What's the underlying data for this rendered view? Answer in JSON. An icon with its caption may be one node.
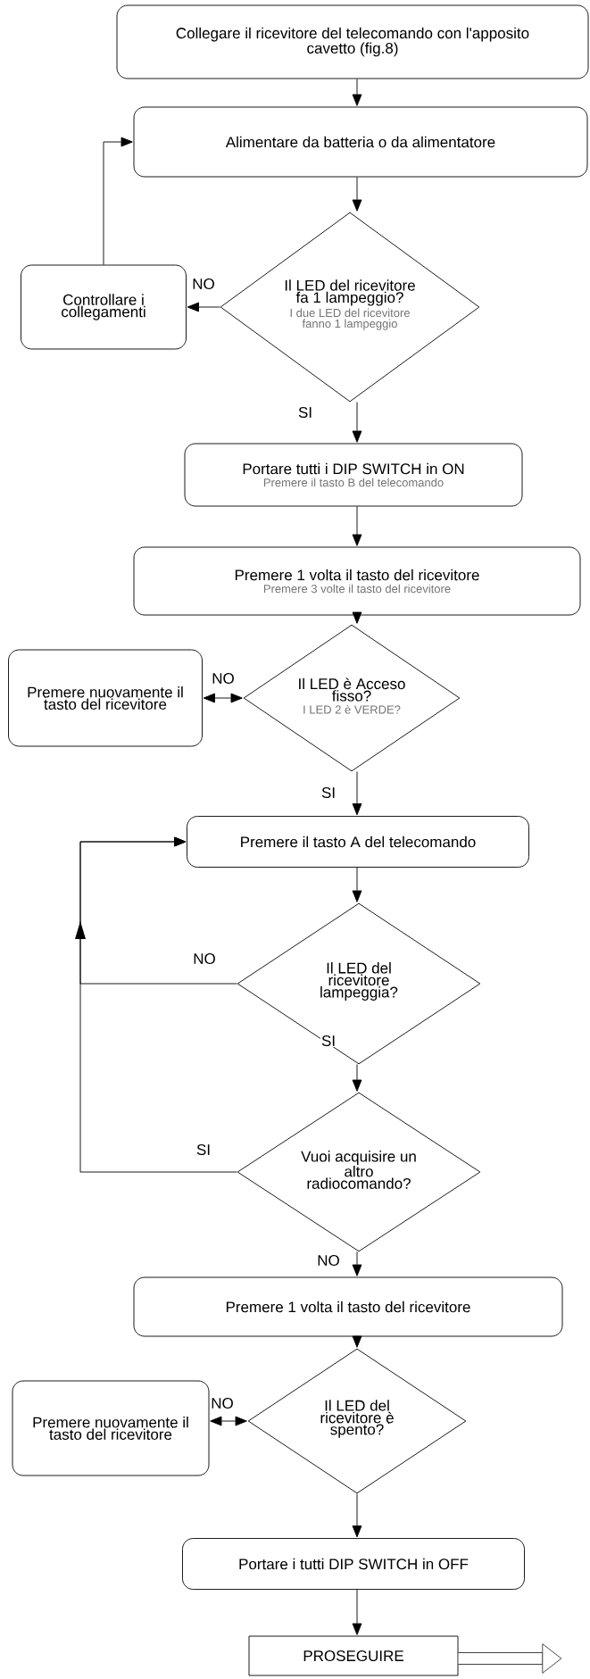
{
  "diagram": {
    "nodes": [
      {
        "text": [
          "Collegare il ricevitore del telecomando con l'apposito cavetto (fig.8)"
        ]
      },
      {
        "text": [
          "Alimentare da batteria o da alimentatore"
        ]
      },
      {
        "text": [
          "Il LED del ricevitore fa 1 lampeggio?",
          "I due LED del ricevitore fanno 1 lampeggio"
        ]
      },
      {
        "text": [
          "Controllare i collegamenti"
        ]
      },
      {
        "text": [
          "Portare tutti i DIP SWITCH in ON",
          "Premere il tasto B del telecomando"
        ]
      },
      {
        "text": [
          "Premere 1 volta il tasto del ricevitore",
          "Premere 3 volte il tasto del ricevitore"
        ]
      },
      {
        "text": [
          "Il LED è Acceso fisso?",
          "I LED 2 è VERDE?"
        ]
      },
      {
        "text": [
          "Premere nuovamente il tasto del ricevitore"
        ]
      },
      {
        "text": [
          "Premere il tasto A del telecomando"
        ]
      },
      {
        "text": [
          "Il LED del ricevitore lampeggia?"
        ]
      },
      {
        "text": [
          "Vuoi acquisire un altro radiocomando?"
        ]
      },
      {
        "text": [
          "Premere 1 volta il tasto del ricevitore"
        ]
      },
      {
        "text": [
          "Il LED del ricevitore è spento?"
        ]
      },
      {
        "text": [
          "Premere nuovamente il tasto del ricevitore"
        ]
      },
      {
        "text": [
          "Portare i tutti DIP SWITCH in OFF"
        ]
      },
      {
        "text": [
          "PROSEGUIRE"
        ]
      }
    ],
    "edges": [
      {
        "from": 0,
        "to": 1,
        "arrow": "to"
      },
      {
        "from": 1,
        "to": 2,
        "arrow": "to"
      },
      {
        "from": 2,
        "to": 3,
        "arrow": "to",
        "label": "NO"
      },
      {
        "from": 3,
        "to": 1,
        "arrow": "to"
      },
      {
        "from": 2,
        "to": 4,
        "arrow": "to",
        "label": "SI"
      },
      {
        "from": 4,
        "to": 5,
        "arrow": "to"
      },
      {
        "from": 5,
        "to": 6,
        "arrow": "to"
      },
      {
        "from": 6,
        "to": 7,
        "arrow": "both",
        "label": "NO"
      },
      {
        "from": 6,
        "to": 8,
        "arrow": "to",
        "label": "SI"
      },
      {
        "from": 8,
        "to": 9,
        "arrow": "to"
      },
      {
        "from": 9,
        "to": 8,
        "arrow": "to",
        "label": "NO"
      },
      {
        "from": 9,
        "to": 10,
        "arrow": "to",
        "label": "SI"
      },
      {
        "from": 10,
        "to": 8,
        "arrow": "to",
        "label": "SI"
      },
      {
        "from": 10,
        "to": 11,
        "arrow": "to",
        "label": "NO"
      },
      {
        "from": 11,
        "to": 12,
        "arrow": "to"
      },
      {
        "from": 12,
        "to": 13,
        "arrow": "both",
        "label": "NO"
      },
      {
        "from": 12,
        "to": 14,
        "arrow": "to"
      },
      {
        "from": 14,
        "to": 15,
        "arrow": "to"
      },
      {
        "from": 15,
        "to": null,
        "arrow": "to",
        "style": "thick"
      }
    ]
  }
}
